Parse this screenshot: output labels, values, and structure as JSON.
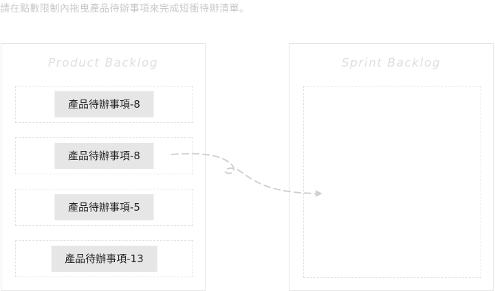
{
  "instruction": "請在點數限制內拖曳產品待辦事項來完成短衝待辦清單。",
  "product_backlog": {
    "title": "Product Backlog",
    "items": [
      {
        "label": "產品待辦事項-8"
      },
      {
        "label": "產品待辦事項-8"
      },
      {
        "label": "產品待辦事項-5"
      },
      {
        "label": "產品待辦事項-13"
      }
    ]
  },
  "sprint_backlog": {
    "title": "Sprint Backlog"
  },
  "colors": {
    "card_bg": "#e6e6e6",
    "dashed_border": "#e2e2e2",
    "title_text": "#dedede",
    "arrow": "#d0d0d0"
  },
  "icons": {
    "drag_hint": "dashed-curved-arrow-icon"
  }
}
